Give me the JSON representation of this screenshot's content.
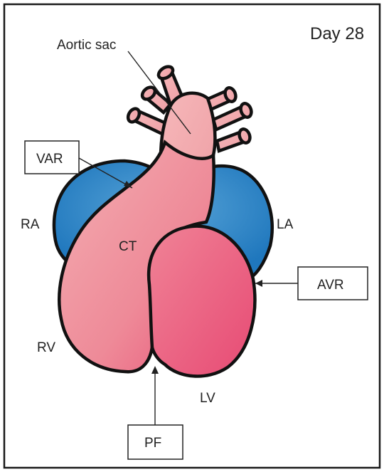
{
  "figure": {
    "title": "Day 28",
    "labels": {
      "aortic_sac": "Aortic sac",
      "var": "VAR",
      "ra": "RA",
      "la": "LA",
      "ct": "CT",
      "avr": "AVR",
      "rv": "RV",
      "lv": "LV",
      "pf": "PF"
    }
  },
  "colors": {
    "frame_border": "#1a1a1a",
    "atria_blue": "#2f86c6",
    "tract_pink": "#f0a0a4",
    "ventricle_pink": "#ea5f80",
    "outline": "#111111"
  }
}
